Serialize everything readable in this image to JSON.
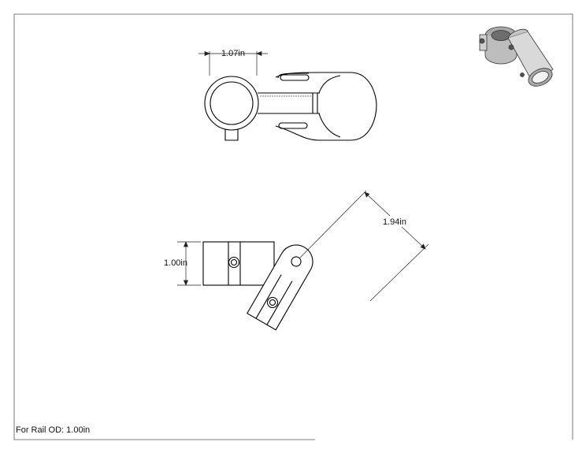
{
  "dimensions": {
    "top_width": "1.07in",
    "front_height": "1.00in",
    "angled_length": "1.94in"
  },
  "note": "For Rail OD: 1.00in",
  "colors": {
    "line": "#000000",
    "dim_line": "#222222",
    "iso_light": "#d9d9d9",
    "iso_mid": "#a9a9a9",
    "iso_dark": "#6e6e6e"
  }
}
